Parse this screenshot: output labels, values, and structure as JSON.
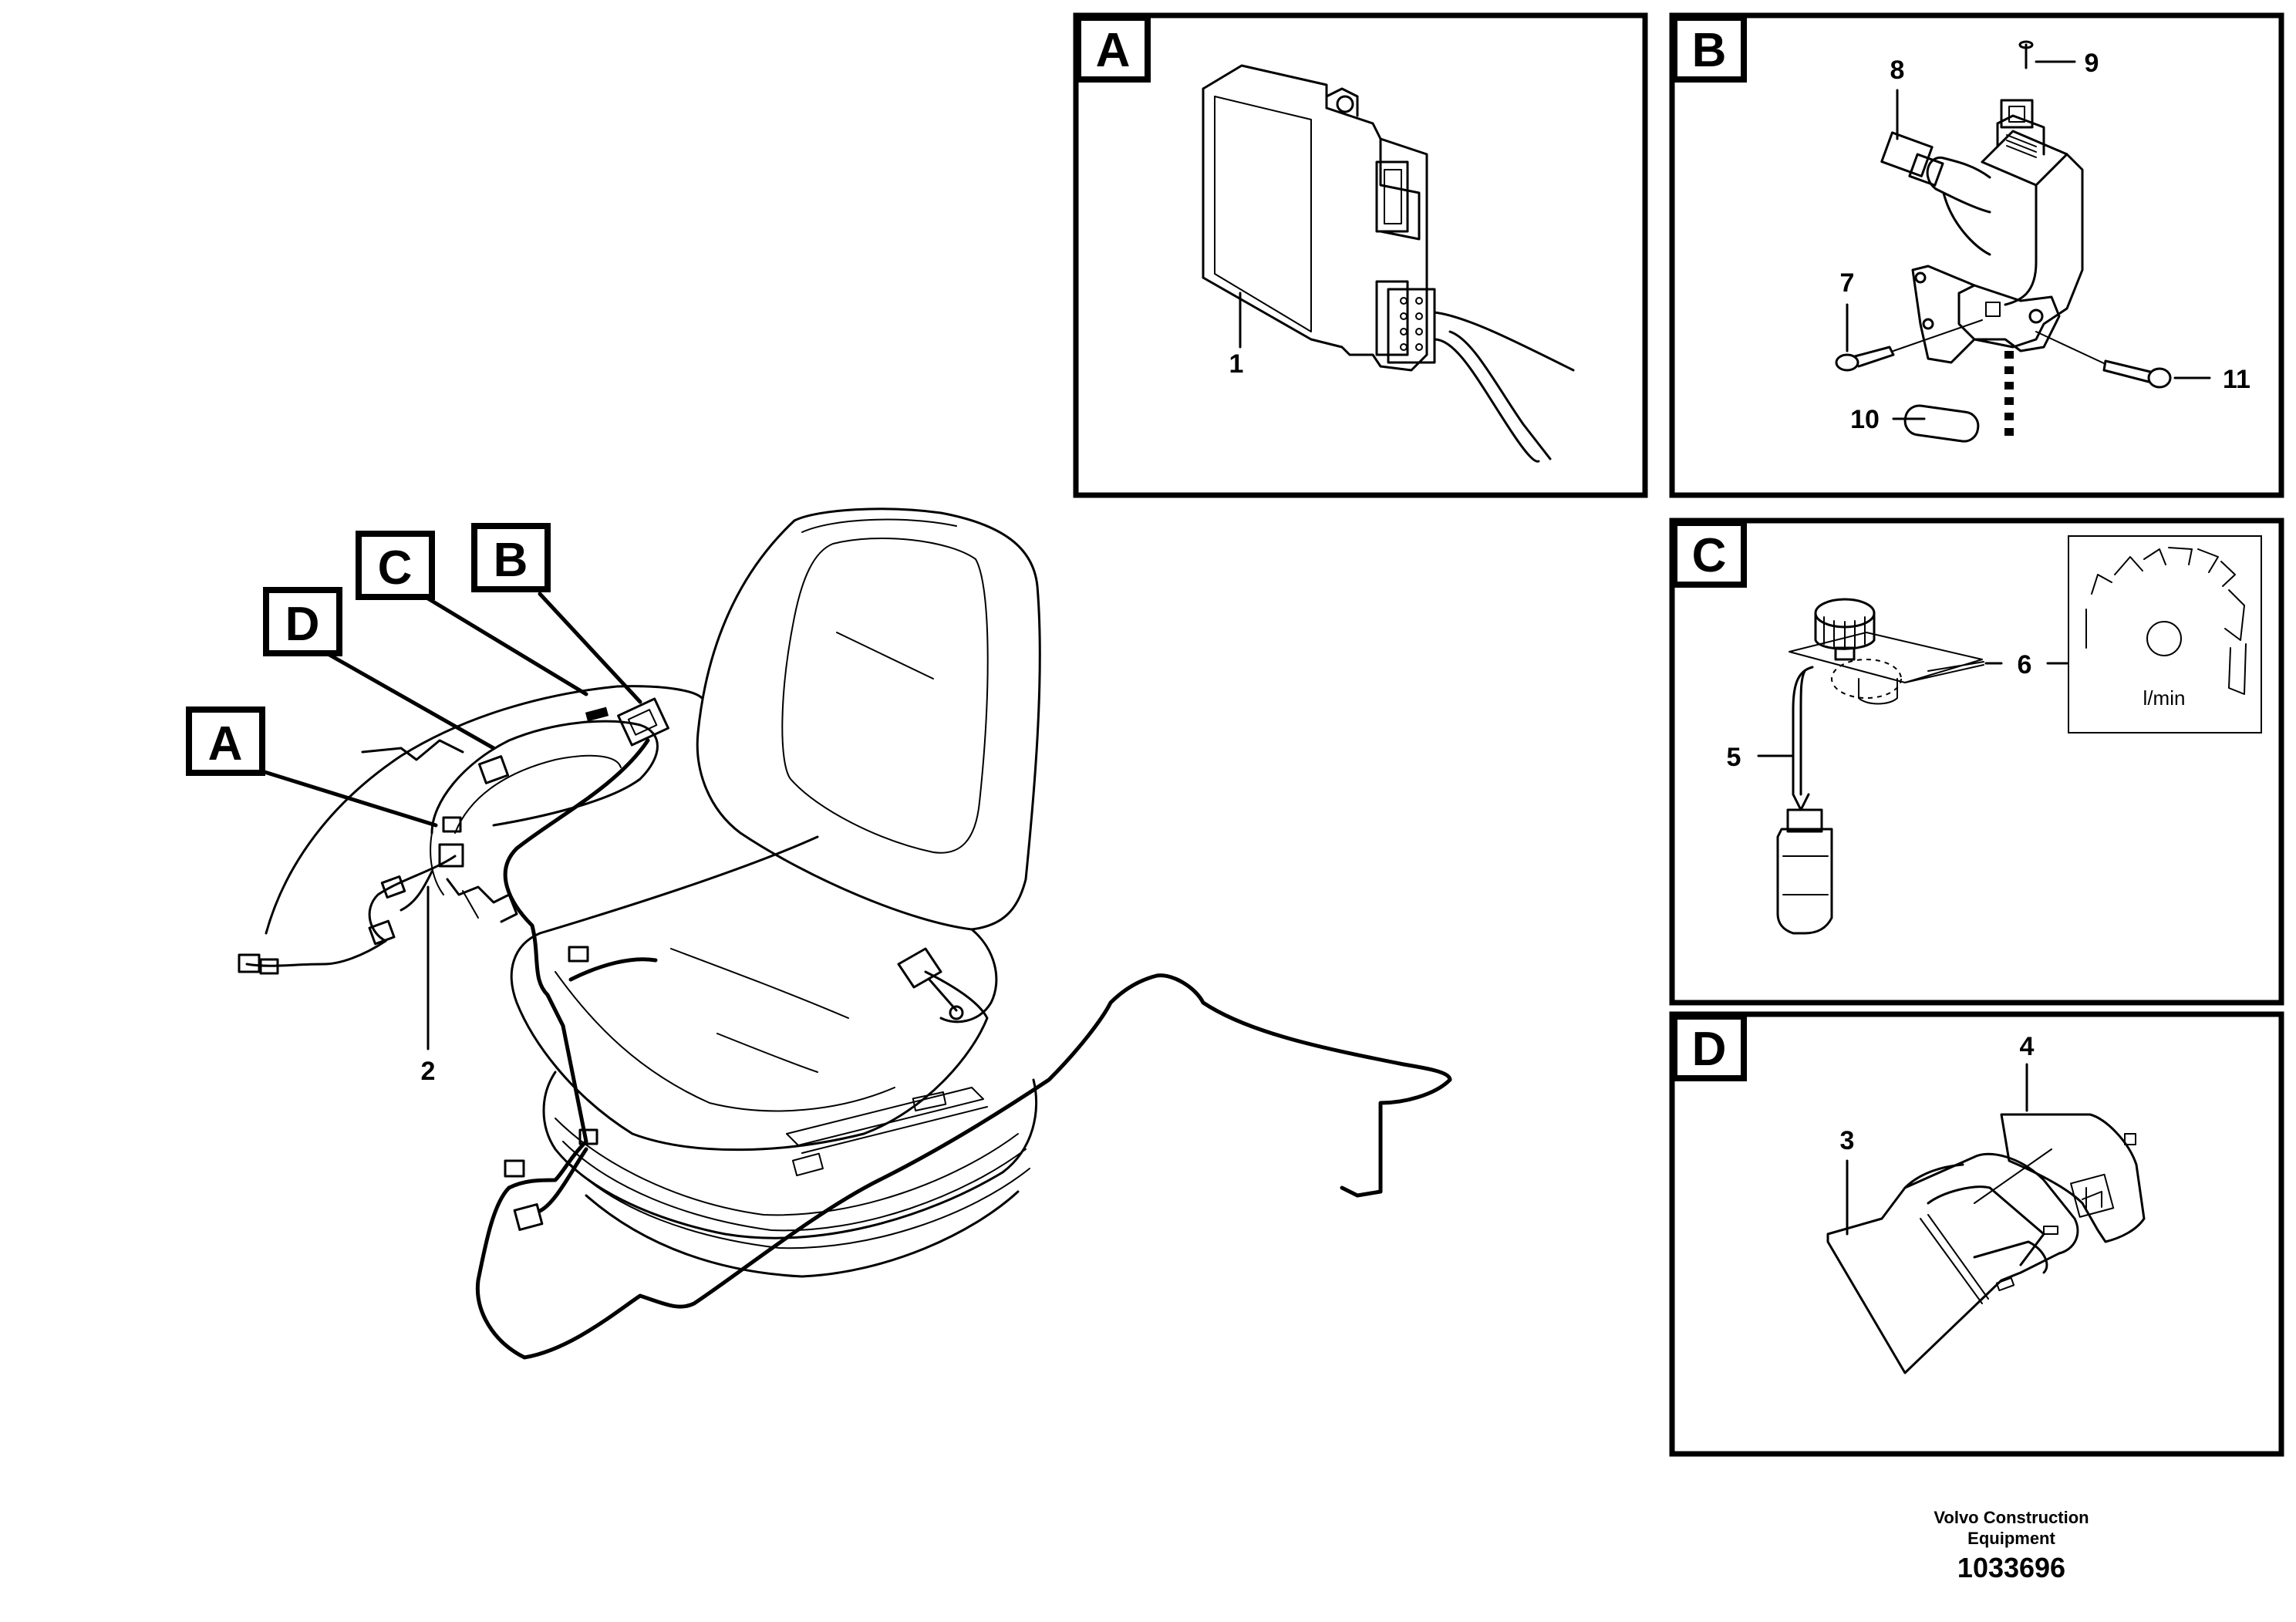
{
  "tags": {
    "main_A": "A",
    "main_B": "B",
    "main_C": "C",
    "main_D": "D",
    "detail_A": "A",
    "detail_B": "B",
    "detail_C": "C",
    "detail_D": "D"
  },
  "parts": {
    "p1": "1",
    "p2": "2",
    "p3": "3",
    "p4": "4",
    "p5": "5",
    "p6": "6",
    "p7": "7",
    "p8": "8",
    "p9": "9",
    "p10": "10",
    "p11": "11"
  },
  "gauge_unit": "l/min",
  "footer": {
    "line1": "Volvo Construction",
    "line2": "Equipment",
    "drawing_number": "1033696"
  }
}
